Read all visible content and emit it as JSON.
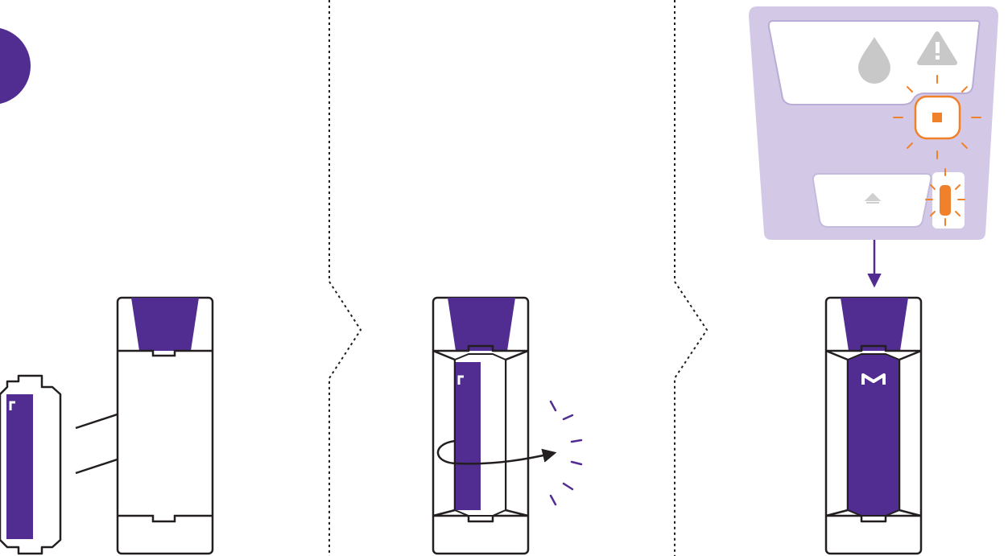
{
  "colors": {
    "purple": "#522D91",
    "lavender": "#D3C9E6",
    "orange": "#F0812A",
    "gray_icon": "#C8C8C8",
    "outline": "#231F20",
    "white": "#FFFFFF"
  },
  "step_badge": {
    "label": ""
  },
  "icons": {
    "step_badge": "step-number-circle",
    "water_drop": "water-drop-icon",
    "warning": "warning-triangle-icon",
    "stop_button": "stop-square-icon",
    "eject": "eject-icon",
    "cartridge_led": "cartridge-status-icon",
    "logo": "merck-m-logo"
  },
  "panels": [
    {
      "name": "insert-cartridge",
      "action": "insert-arrows"
    },
    {
      "name": "twist-lock",
      "action": "rotate-arrow"
    },
    {
      "name": "cartridge-detected",
      "action": "device-led-alert"
    }
  ]
}
